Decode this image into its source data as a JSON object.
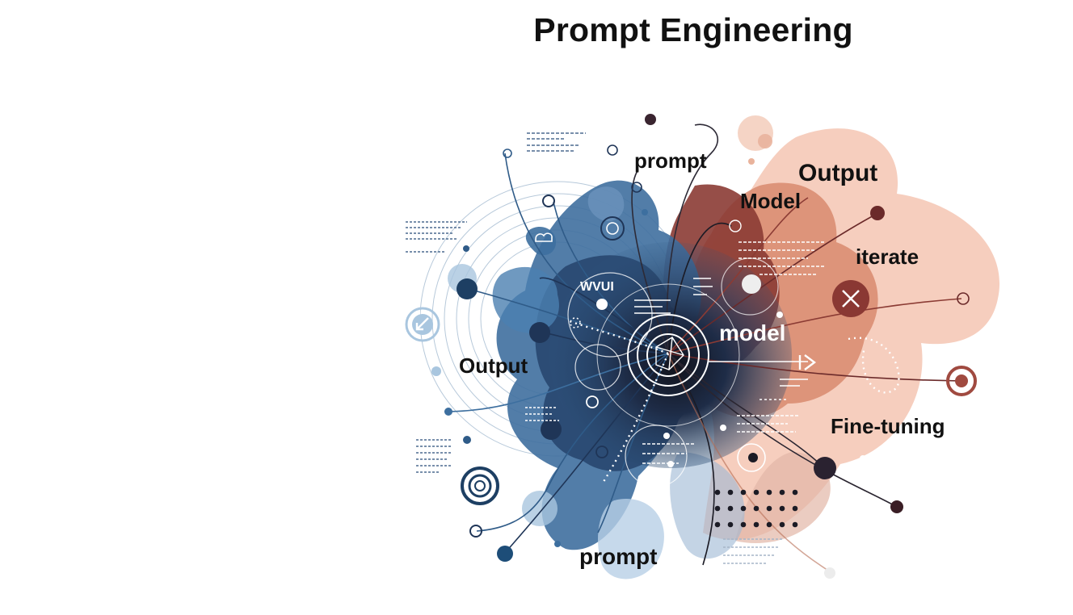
{
  "title": "Prompt Engineering",
  "labels": {
    "prompt_top": "prompt",
    "output_top_right": "Output",
    "model_upper": "Model",
    "iterate": "iterate",
    "model_center": "model",
    "output_left": "Output",
    "fine_tuning": "Fine-tuning",
    "prompt_bottom": "prompt",
    "glyph_wvul": "WVUI"
  },
  "colors": {
    "navy": "#1a2740",
    "blue": "#3d6f9f",
    "light_blue": "#a9c6df",
    "maroon": "#6b2a2a",
    "rust": "#b56a52",
    "peach": "#f1b9a2",
    "dark": "#1b1b25"
  },
  "icons": [
    "arrow-down-left-icon",
    "close-x-icon",
    "target-icon",
    "play-arrow-icon",
    "concentric-rings-icon"
  ]
}
